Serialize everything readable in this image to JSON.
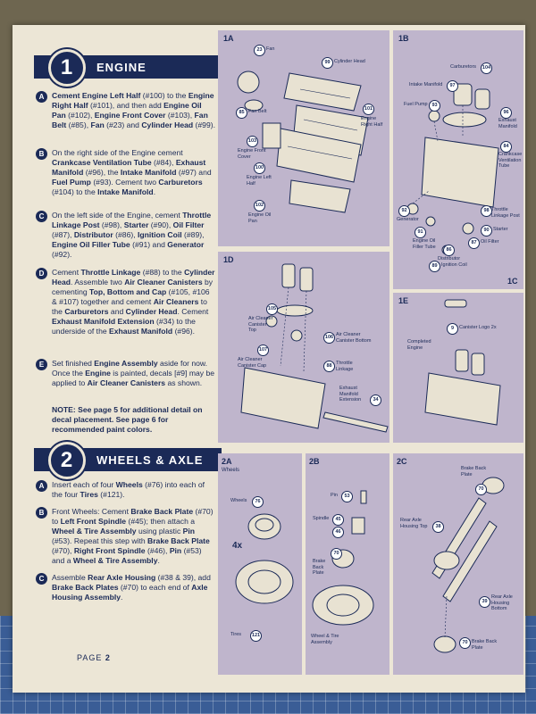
{
  "sections": [
    {
      "num": "1",
      "title": "ENGINE"
    },
    {
      "num": "2",
      "title": "WHEELS & AXLE"
    }
  ],
  "engine_steps": [
    {
      "badge": "A",
      "html": "<b>Cement Engine Left Half</b> (#100) to the <b>Engine Right Half</b> (#101), and then add <b>Engine Oil Pan</b> (#102), <b>Engine Front Cover</b> (#103), <b>Fan Belt</b> (#85), <b>Fan</b> (#23) and <b>Cylinder Head</b> (#99)."
    },
    {
      "badge": "B",
      "html": "On the right side of the Engine cement <b>Crankcase Ventilation Tube</b> (#84), <b>Exhaust Manifold</b> (#96), the <b>Intake Manifold</b> (#97) and <b>Fuel Pump</b> (#93). Cement two <b>Carburetors</b> (#104) to the <b>Intake Manifold</b>."
    },
    {
      "badge": "C",
      "html": "On the left side of the Engine, cement <b>Throttle Linkage Post</b> (#98), <b>Starter</b> (#90), <b>Oil Filter</b> (#87), <b>Distributor</b> (#86), <b>Ignition Coil</b> (#89), <b>Engine Oil Filler Tube</b> (#91) and <b>Generator</b> (#92)."
    },
    {
      "badge": "D",
      "html": "Cement <b>Throttle Linkage</b> (#88) to the <b>Cylinder Head</b>. Assemble two <b>Air Cleaner Canisters</b> by cementing <b>Top, Bottom and Cap</b> (#105, #106 &amp; #107) together and cement <b>Air Cleaners</b> to the <b>Carburetors</b> and <b>Cylinder Head</b>. Cement <b>Exhaust Manifold Extension</b> (#34) to the underside of the <b>Exhaust Manifold</b> (#96)."
    },
    {
      "badge": "E",
      "html": "Set finished <b>Engine Assembly</b> aside for now. Once the <b>Engine</b> is painted, decals [#9] may be applied to <b>Air Cleaner Canisters</b> as shown."
    }
  ],
  "engine_note": "NOTE: See page 5 for additional detail on decal placement. See page 6 for recommended paint colors.",
  "wheel_steps": [
    {
      "badge": "A",
      "html": "Insert each of four <b>Wheels</b> (#76) into each of the four <b>Tires</b> (#121)."
    },
    {
      "badge": "B",
      "html": "Front Wheels: Cement <b>Brake Back Plate</b> (#70) to <b>Left Front Spindle</b> (#45); then attach a <b>Wheel &amp; Tire Assembly</b> using plastic <b>Pin</b> (#53). Repeat this step with <b>Brake Back Plate</b> (#70), <b>Right Front Spindle</b> (#46), <b>Pin</b> (#53) and a <b>Wheel &amp; Tire Assembly</b>."
    },
    {
      "badge": "C",
      "html": "Assemble <b>Rear Axle Housing</b> (#38 &amp; 39), add <b>Brake Back Plates</b> (#70) to each end of <b>Axle Housing Assembly</b>."
    }
  ],
  "page_label": "PAGE",
  "page_number": "2",
  "panels": {
    "p1a": {
      "label": "1A",
      "parts": [
        {
          "n": "23",
          "t": "Fan"
        },
        {
          "n": "99",
          "t": "Cylinder Head"
        },
        {
          "n": "85",
          "t": "Fan Belt"
        },
        {
          "n": "101",
          "t": "Engine Right Half"
        },
        {
          "n": "103",
          "t": "Engine Front Cover"
        },
        {
          "n": "100",
          "t": "Engine Left Half"
        },
        {
          "n": "102",
          "t": "Engine Oil Pan"
        }
      ]
    },
    "p1b": {
      "label": "1B",
      "parts": [
        {
          "n": "104",
          "t": "Carburetors"
        },
        {
          "n": "97",
          "t": "Intake Manifold"
        },
        {
          "n": "93",
          "t": "Fuel Pump"
        },
        {
          "n": "96",
          "t": "Exhaust Manifold"
        },
        {
          "n": "84",
          "t": "Crankcase Ventilation Tube"
        },
        {
          "n": "92",
          "t": "Generator"
        },
        {
          "n": "98",
          "t": "Throttle Linkage Post"
        },
        {
          "n": "90",
          "t": "Starter"
        },
        {
          "n": "91",
          "t": "Engine Oil Filler Tube"
        },
        {
          "n": "87",
          "t": "Oil Filter"
        },
        {
          "n": "86",
          "t": "Distributor"
        },
        {
          "n": "89",
          "t": "Ignition Coil"
        }
      ]
    },
    "p1c": {
      "label": "1C"
    },
    "p1d": {
      "label": "1D",
      "parts": [
        {
          "n": "105",
          "t": "Air Cleaner Canister Top"
        },
        {
          "n": "106",
          "t": "Air Cleaner Canister Bottom"
        },
        {
          "n": "107",
          "t": "Air Cleaner Canister Cap"
        },
        {
          "n": "88",
          "t": "Throttle Linkage"
        },
        {
          "n": "34",
          "t": "Exhaust Manifold Extension"
        }
      ]
    },
    "p1e": {
      "label": "1E",
      "parts": [
        {
          "n": "9",
          "t": "Canister Logo 2x"
        },
        {
          "n": "",
          "t": "Completed Engine"
        }
      ]
    },
    "p2a": {
      "label": "2A",
      "sub": "Wheels",
      "mult": "4x",
      "parts": [
        {
          "n": "76",
          "t": "Wheels"
        },
        {
          "n": "121",
          "t": "Tires"
        }
      ]
    },
    "p2b": {
      "label": "2B",
      "parts": [
        {
          "n": "53",
          "t": "Pin"
        },
        {
          "n": "45",
          "t": "Spindle"
        },
        {
          "n": "46",
          "t": ""
        },
        {
          "n": "70",
          "t": "Brake Back Plate"
        },
        {
          "n": "",
          "t": "Wheel & Tire Assembly"
        }
      ]
    },
    "p2c": {
      "label": "2C",
      "parts": [
        {
          "n": "70",
          "t": "Brake Back Plate"
        },
        {
          "n": "38",
          "t": "Rear Axle Housing Top"
        },
        {
          "n": "39",
          "t": "Rear Axle Housing Bottom"
        },
        {
          "n": "70",
          "t": "Brake Back Plate"
        }
      ]
    }
  }
}
